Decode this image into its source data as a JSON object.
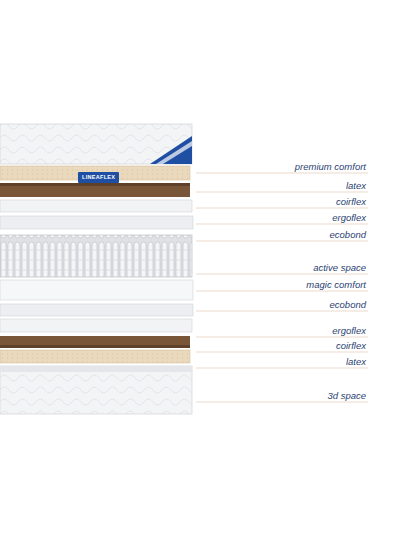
{
  "diagram": {
    "labels": [
      "LINEAFLEX",
      "premium comfort",
      "latex",
      "coirflex",
      "ergoflex",
      "ecobond",
      "active space",
      "magic comfort",
      "ecobond",
      "ergoflex",
      "coirflex",
      "latex",
      "3d space"
    ]
  }
}
